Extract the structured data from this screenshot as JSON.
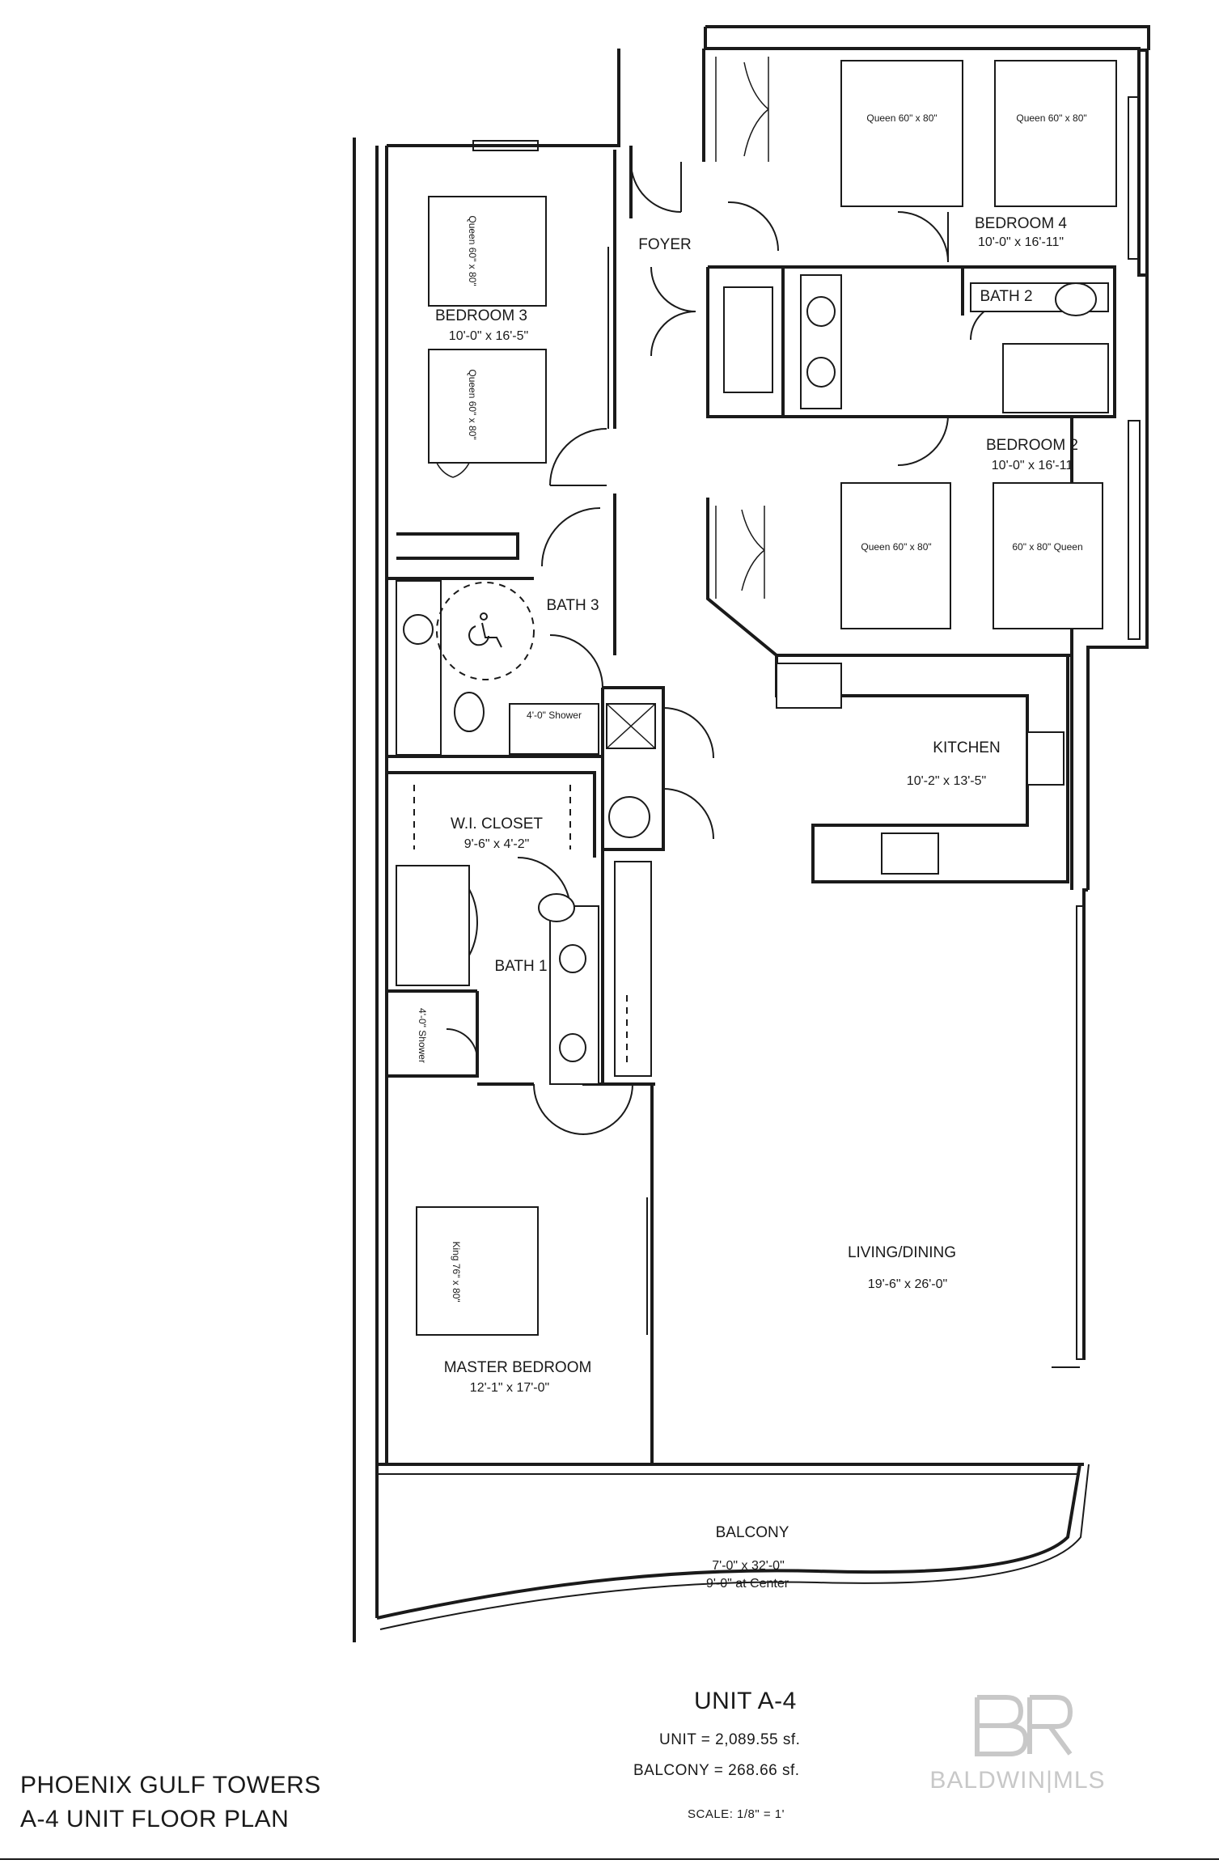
{
  "rooms": {
    "foyer": {
      "name": "FOYER"
    },
    "bedroom3": {
      "name": "BEDROOM 3",
      "dims": "10'-0\" x 16'-5\"",
      "bed_top": "Queen 60\" x 80\"",
      "bed_bottom": "Queen 60\" x 80\""
    },
    "bedroom4": {
      "name": "BEDROOM 4",
      "dims": "10'-0\" x 16'-11\"",
      "bed_left": "Queen 60\" x 80\"",
      "bed_right": "Queen 60\" x 80\""
    },
    "bath2": {
      "name": "BATH 2"
    },
    "bedroom2": {
      "name": "BEDROOM 2",
      "dims": "10'-0\" x 16'-11",
      "bed_left": "Queen 60\" x 80\"",
      "bed_right": "60\" x 80\" Queen"
    },
    "bath3": {
      "name": "BATH 3",
      "shower": "4'-0\" Shower"
    },
    "kitchen": {
      "name": "KITCHEN",
      "dims": "10'-2\" x 13'-5\""
    },
    "wi_closet": {
      "name": "W.I. CLOSET",
      "dims": "9'-6\" x 4'-2\""
    },
    "bath1": {
      "name": "BATH 1",
      "shower": "4'-0\" Shower"
    },
    "living": {
      "name": "LIVING/DINING",
      "dims": "19'-6\" x 26'-0\""
    },
    "master": {
      "name": "MASTER BEDROOM",
      "dims": "12'-1\" x 17'-0\"",
      "bed": "King 76\" x 80\""
    },
    "balcony": {
      "name": "BALCONY",
      "dims": "7'-0\" x 32'-0\"",
      "note": "9'-0\" at Center"
    }
  },
  "unit": {
    "title": "UNIT A-4",
    "area": "UNIT = 2,089.55 sf.",
    "balcony_area": "BALCONY = 268.66 sf.",
    "scale": "SCALE: 1/8\" = 1'"
  },
  "project": {
    "line1": "PHOENIX GULF TOWERS",
    "line2": "A-4 UNIT FLOOR PLAN"
  },
  "logo": {
    "monogram": "BR",
    "text": "BALDWIN|MLS",
    "color": "#c8c8c8"
  },
  "icons": [
    "wheelchair-accessible-icon"
  ]
}
